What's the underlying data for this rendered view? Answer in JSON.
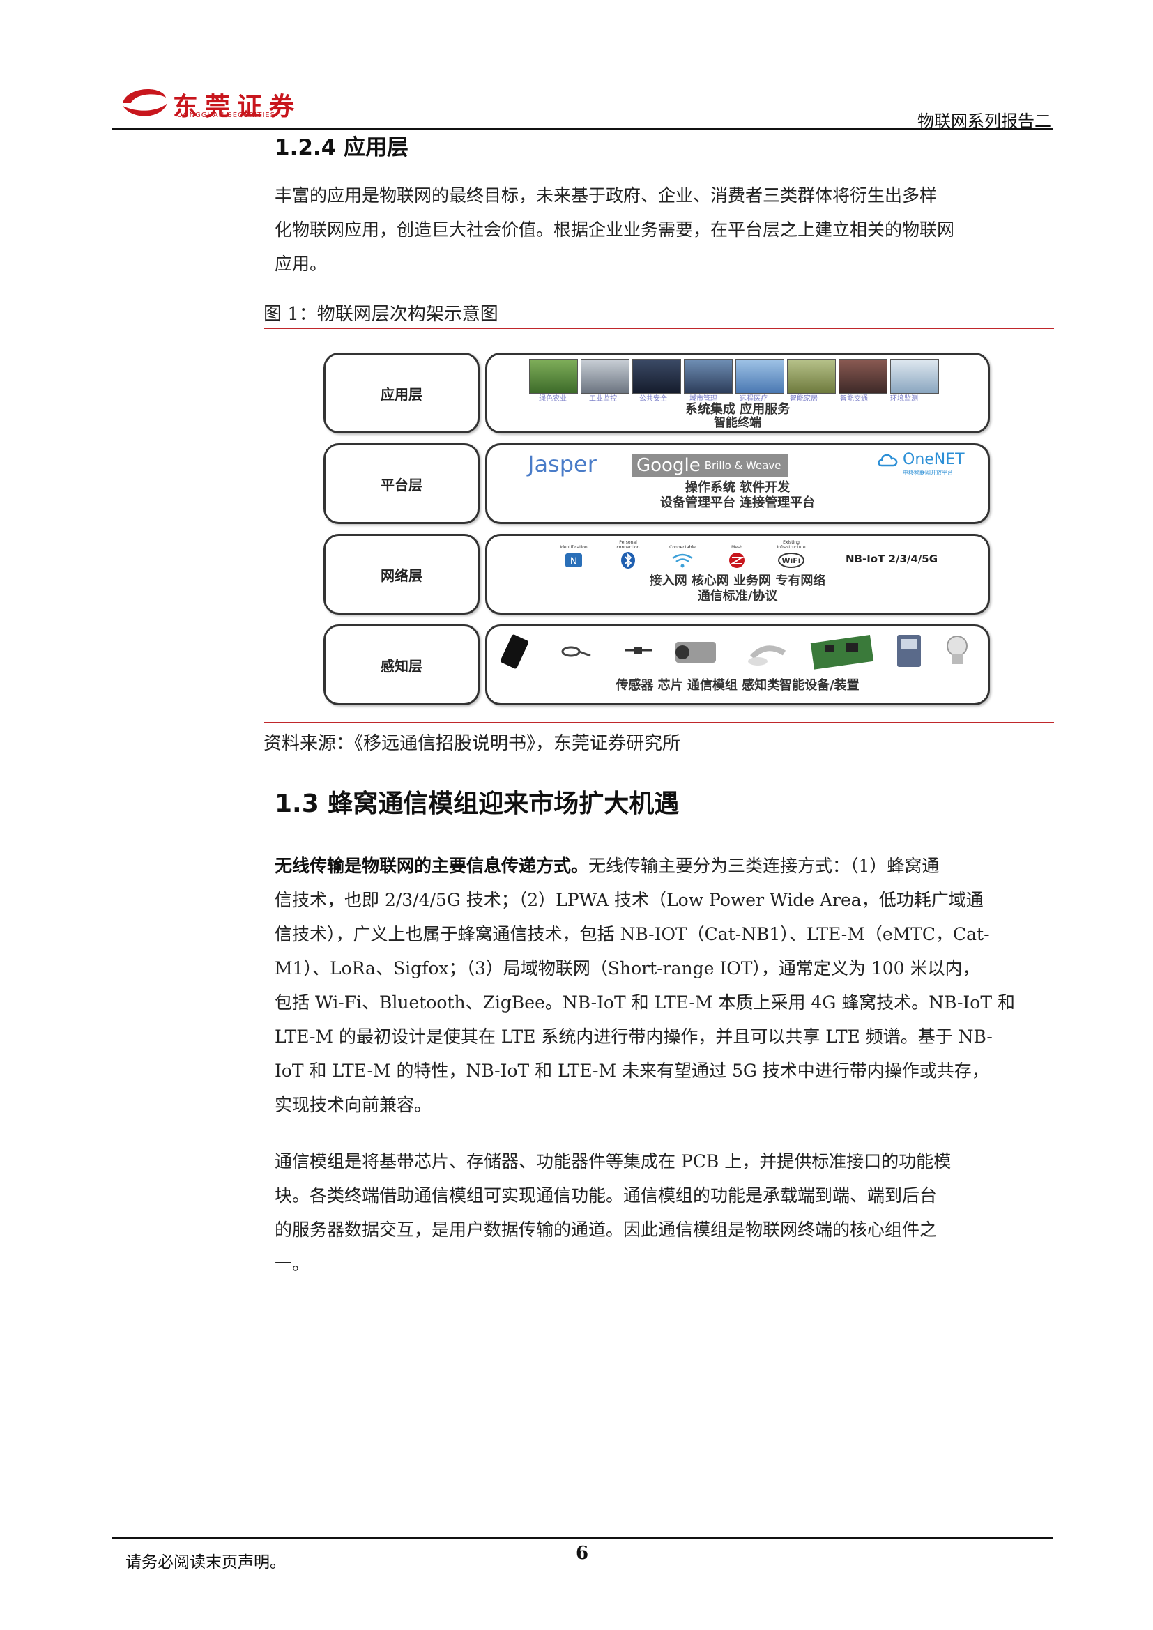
{
  "header": {
    "brand_cn": "东莞证券",
    "brand_en": "DONGGUAN SECURITIES",
    "report_series": "物联网系列报告二"
  },
  "section_124": {
    "title": "1.2.4 应用层",
    "para_lines": [
      "丰富的应用是物联网的最终目标，未来基于政府、企业、消费者三类群体将衍生出多样",
      "化物联网应用，创造巨大社会价值。根据企业业务需要，在平台层之上建立相关的物联网",
      "应用。"
    ]
  },
  "figure": {
    "caption": "图 1：物联网层次构架示意图",
    "source": "资料来源：《移远通信招股说明书》，东莞证券研究所",
    "layers": [
      {
        "name": "应用层",
        "lines": [
          "系统集成   应用服务",
          "智能终端"
        ]
      },
      {
        "name": "平台层",
        "lines": [
          "操作系统  软件开发",
          "设备管理平台  连接管理平台"
        ]
      },
      {
        "name": "网络层",
        "lines": [
          "接入网   核心网   业务网   专有网络",
          "通信标准/协议"
        ]
      },
      {
        "name": "感知层",
        "lines": [
          "传感器   芯片   通信模组   感知类智能设备/装置"
        ]
      }
    ],
    "app_thumbs": [
      "绿色农业",
      "工业监控",
      "公共安全",
      "城市管理",
      "远程医疗",
      "智能家居",
      "智能交通",
      "环境监测"
    ],
    "platforms": {
      "jasper": "Jasper",
      "google": "Google",
      "brillo": "Brillo & Weave",
      "onenet": "OneNET",
      "onenet_sub": "中移物联网开放平台"
    },
    "net_icons": [
      "Identification",
      "Personal connection",
      "Connectable",
      "Mesh",
      "Existing Infrastructure"
    ],
    "nbiot": "NB-IoT  2/3/4/5G"
  },
  "section_13": {
    "title": "1.3 蜂窝通信模组迎来市场扩大机遇",
    "para1_bold": "无线传输是物联网的主要信息传递方式。",
    "para1_first_rest": "无线传输主要分为三类连接方式：（1）蜂窝通",
    "para1_lines": [
      "信技术，也即 2/3/4/5G 技术；（2）LPWA 技术（Low Power Wide Area，低功耗广域通",
      "信技术），广义上也属于蜂窝通信技术，包括 NB-IOT（Cat-NB1）、LTE-M（eMTC，Cat-",
      "M1）、LoRa、Sigfox；（3）局域物联网（Short-range IOT），通常定义为 100 米以内，",
      "包括 Wi-Fi、Bluetooth、ZigBee。NB-IoT 和 LTE-M 本质上采用 4G 蜂窝技术。NB-IoT 和",
      "LTE-M 的最初设计是使其在 LTE 系统内进行带内操作，并且可以共享 LTE 频谱。基于 NB-",
      "IoT 和 LTE-M 的特性，NB-IoT 和 LTE-M 未来有望通过 5G 技术中进行带内操作或共存，",
      "实现技术向前兼容。"
    ],
    "para2_lines": [
      "通信模组是将基带芯片、存储器、功能器件等集成在 PCB 上，并提供标准接口的功能模",
      "块。各类终端借助通信模组可实现通信功能。通信模组的功能是承载端到端、端到后台",
      "的服务器数据交互，是用户数据传输的通道。因此通信模组是物联网终端的核心组件之",
      "一。"
    ]
  },
  "footer": {
    "notice": "请务必阅读末页声明。",
    "page_number": "6"
  },
  "colors": {
    "brand_red": "#c8161d",
    "rule_red": "#c0282c"
  }
}
